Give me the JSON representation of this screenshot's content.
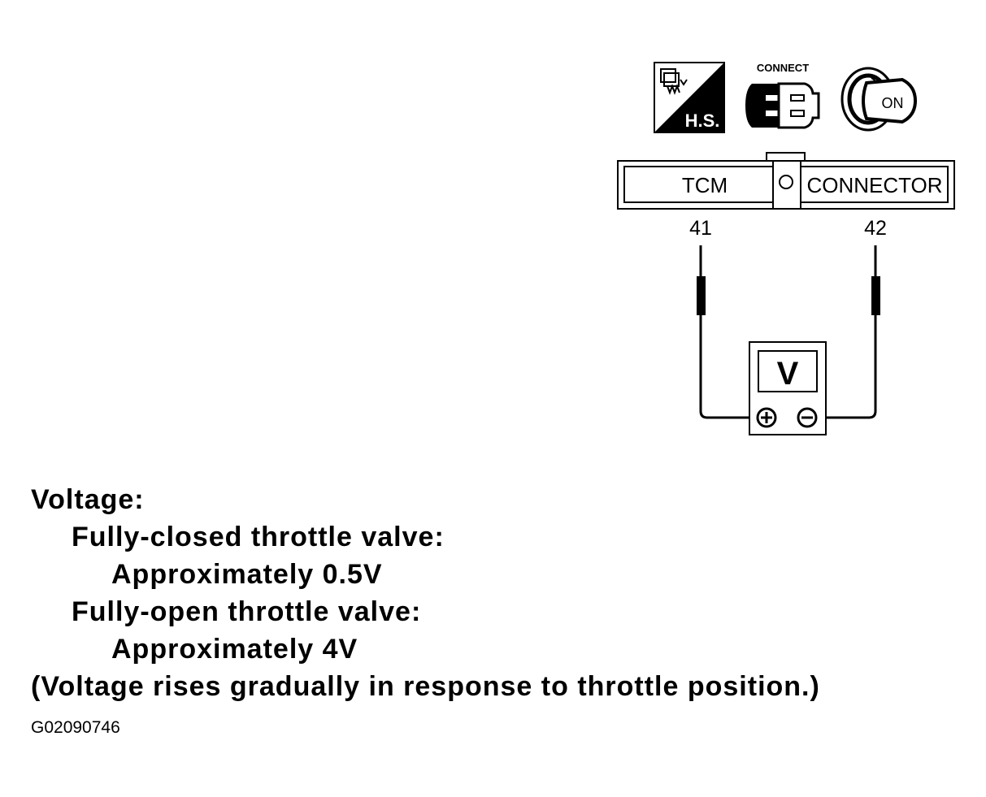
{
  "icons": {
    "hs": {
      "name": "harness-service-icon",
      "label": "H.S."
    },
    "connect": {
      "name": "connect-icon",
      "label": "CONNECT"
    },
    "ignition": {
      "name": "ignition-key-on-icon",
      "label": "ON"
    }
  },
  "connector": {
    "left_label": "TCM",
    "right_label": "CONNECTOR",
    "pin_left": "41",
    "pin_right": "42"
  },
  "meter": {
    "label": "V",
    "plus": "+",
    "minus": "−"
  },
  "notes": {
    "heading": "Voltage:",
    "closed_label": "Fully-closed throttle valve:",
    "closed_value": "Approximately 0.5V",
    "open_label": "Fully-open throttle valve:",
    "open_value": "Approximately 4V",
    "footnote": "(Voltage rises gradually in response to throttle position.)"
  },
  "figure_code": "G02090746"
}
